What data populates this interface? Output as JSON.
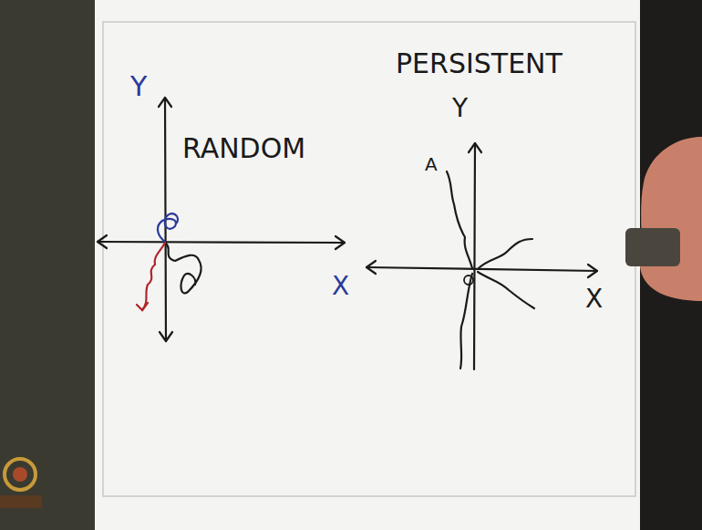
{
  "diagram": {
    "labels": [
      "Y",
      "RANDOM",
      "X",
      "PERSISTENT",
      "Y",
      "A",
      "X"
    ]
  }
}
